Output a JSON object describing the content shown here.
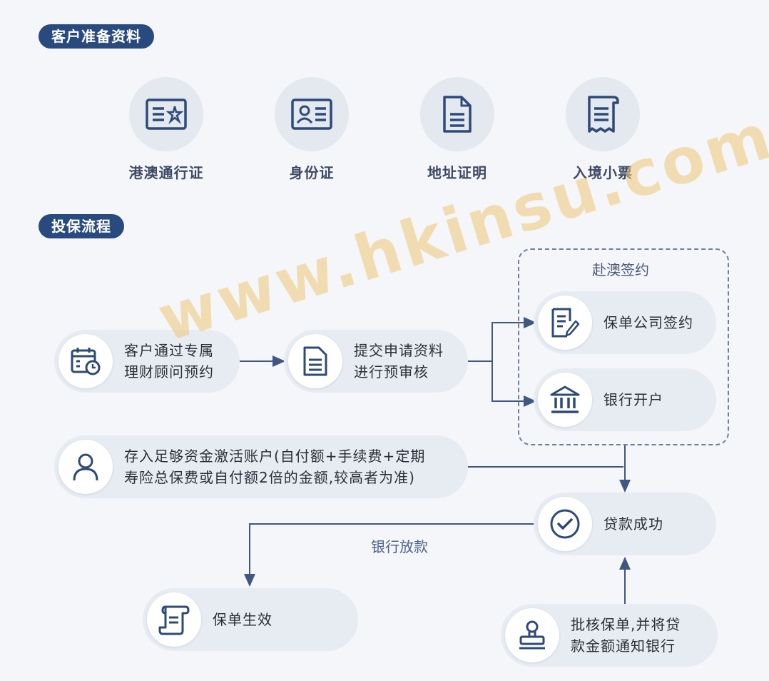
{
  "sections": {
    "prep_title": "客户准备资料",
    "flow_title": "投保流程"
  },
  "documents": [
    {
      "label": "港澳通行证",
      "icon": "travel-permit-icon"
    },
    {
      "label": "身份证",
      "icon": "id-card-icon"
    },
    {
      "label": "地址证明",
      "icon": "address-proof-icon"
    },
    {
      "label": "入境小票",
      "icon": "entry-slip-icon"
    }
  ],
  "flow": {
    "appointment": "客户通过专属\n理财顾问预约",
    "submit": "提交申请资料\n进行预审核",
    "macau_group": "赴澳签约",
    "sign": "保单公司签约",
    "bank_account": "银行开户",
    "deposit": "存入足够资金激活账户(自付额+手续费+定期\n寿险总保费或自付额2倍的金额,较高者为准)",
    "loan_success": "贷款成功",
    "release_label": "银行放款",
    "policy_effective": "保单生效",
    "approve": "批核保单,并将贷\n款金额通知银行"
  },
  "watermark": "www.hkinsu.com",
  "colors": {
    "accent": "#294a7e",
    "line": "#3f5781",
    "pill_bg": "#e7ebf2",
    "page_bg": "#f5f6f9"
  }
}
